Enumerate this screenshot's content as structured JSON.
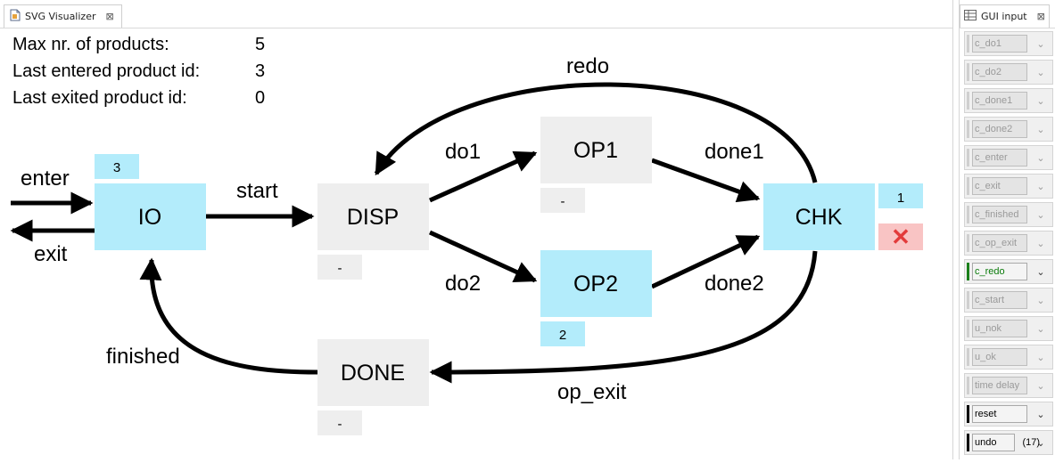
{
  "left_tab": {
    "title": "SVG Visualizer",
    "close": "⊠"
  },
  "right_tab": {
    "title": "GUI input",
    "close": "⊠"
  },
  "info": {
    "rows": [
      {
        "label": "Max nr. of products:",
        "value": "5"
      },
      {
        "label": "Last entered product id:",
        "value": "3"
      },
      {
        "label": "Last exited product id:",
        "value": "0"
      }
    ]
  },
  "nodes": {
    "io": {
      "name": "IO",
      "badge": "3"
    },
    "disp": {
      "name": "DISP",
      "badge": "-"
    },
    "op1": {
      "name": "OP1",
      "badge": "-"
    },
    "op2": {
      "name": "OP2",
      "badge": "2"
    },
    "chk": {
      "name": "CHK",
      "badge": "1",
      "status": "✕"
    },
    "done": {
      "name": "DONE",
      "badge": "-"
    }
  },
  "edges": {
    "enter": "enter",
    "exit": "exit",
    "start": "start",
    "do1": "do1",
    "do2": "do2",
    "done1": "done1",
    "done2": "done2",
    "redo": "redo",
    "op_exit": "op_exit",
    "finished": "finished"
  },
  "colors": {
    "active": "#b3ecfb",
    "inactive": "#eeeeee",
    "error_bg": "#f9c4c4",
    "error_x": "#e33b3b"
  },
  "gui_inputs": [
    {
      "label": "c_do1",
      "state": "disabled"
    },
    {
      "label": "c_do2",
      "state": "disabled"
    },
    {
      "label": "c_done1",
      "state": "disabled"
    },
    {
      "label": "c_done2",
      "state": "disabled"
    },
    {
      "label": "c_enter",
      "state": "disabled"
    },
    {
      "label": "c_exit",
      "state": "disabled"
    },
    {
      "label": "c_finished",
      "state": "disabled"
    },
    {
      "label": "c_op_exit",
      "state": "disabled"
    },
    {
      "label": "c_redo",
      "state": "enabled"
    },
    {
      "label": "c_start",
      "state": "disabled"
    },
    {
      "label": "u_nok",
      "state": "disabled"
    },
    {
      "label": "u_ok",
      "state": "disabled"
    },
    {
      "label": "time delay",
      "state": "disabled"
    },
    {
      "label": "reset",
      "state": "control"
    },
    {
      "label": "undo",
      "state": "control",
      "count": "(17)"
    }
  ]
}
